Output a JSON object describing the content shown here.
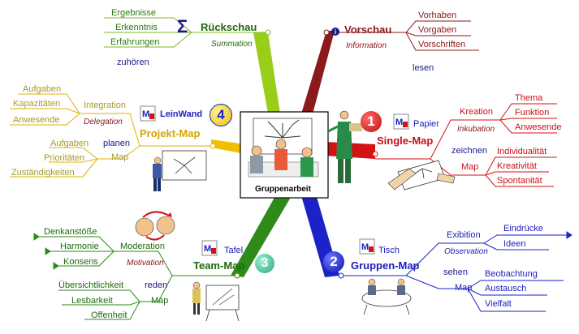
{
  "center": {
    "label": "Gruppenarbeit"
  },
  "rueckschau": {
    "title": "Rückschau",
    "subtitle": "Summation",
    "items": [
      "Ergebnisse",
      "Erkenntnis",
      "Erfahrungen"
    ],
    "extra": "zuhören",
    "icon": "sigma-icon"
  },
  "vorschau": {
    "title": "Vorschau",
    "subtitle": "Information",
    "items": [
      "Vorhaben",
      "Vorgaben",
      "Vorschriften"
    ],
    "extra": "lesen",
    "icon": "info-icon"
  },
  "single_map": {
    "number": "1",
    "medium": "Papier",
    "title": "Single-Map",
    "kreation": "Kreation",
    "kreation_items": [
      "Thema",
      "Funktion",
      "Anwesende"
    ],
    "inkubation": "Inkubation",
    "zeichnen": "zeichnen",
    "map": "Map",
    "map_items": [
      "Individualität",
      "Kreativität",
      "Spontanität"
    ]
  },
  "projekt_map": {
    "number": "4",
    "medium": "LeinWand",
    "title": "Projekt-Map",
    "integration": "Integration",
    "integration_items": [
      "Aufgaben",
      "Kapazitäten",
      "Anwesende"
    ],
    "delegation": "Delegation",
    "planen": "planen",
    "map": "Map",
    "map_items": [
      "Aufgaben",
      "Prioritäten",
      "Zuständigkeiten"
    ]
  },
  "team_map": {
    "number": "3",
    "medium": "Tafel",
    "title": "Team-Map",
    "moderation": "Moderation",
    "moderation_items": [
      "Denkanstöße",
      "Harmonie",
      "Konsens"
    ],
    "motivation": "Motivation",
    "reden": "reden",
    "map": "Map",
    "map_items": [
      "Übersichtlichkeit",
      "Lesbarkeit",
      "Offenheit"
    ]
  },
  "gruppen_map": {
    "number": "2",
    "medium": "Tisch",
    "title": "Gruppen-Map",
    "exibition": "Exibition",
    "exibition_items": [
      "Eindrücke",
      "Ideen"
    ],
    "observation": "Observation",
    "sehen": "sehen",
    "map": "Map",
    "map_items": [
      "Beobachtung",
      "Austausch",
      "Vielfalt"
    ]
  },
  "colors": {
    "green": "#2b7a12",
    "red": "#c8101a",
    "blue": "#1d1dbb",
    "gold": "#e0b000",
    "lime": "#9acd1a",
    "maroon": "#8b1a1a"
  }
}
